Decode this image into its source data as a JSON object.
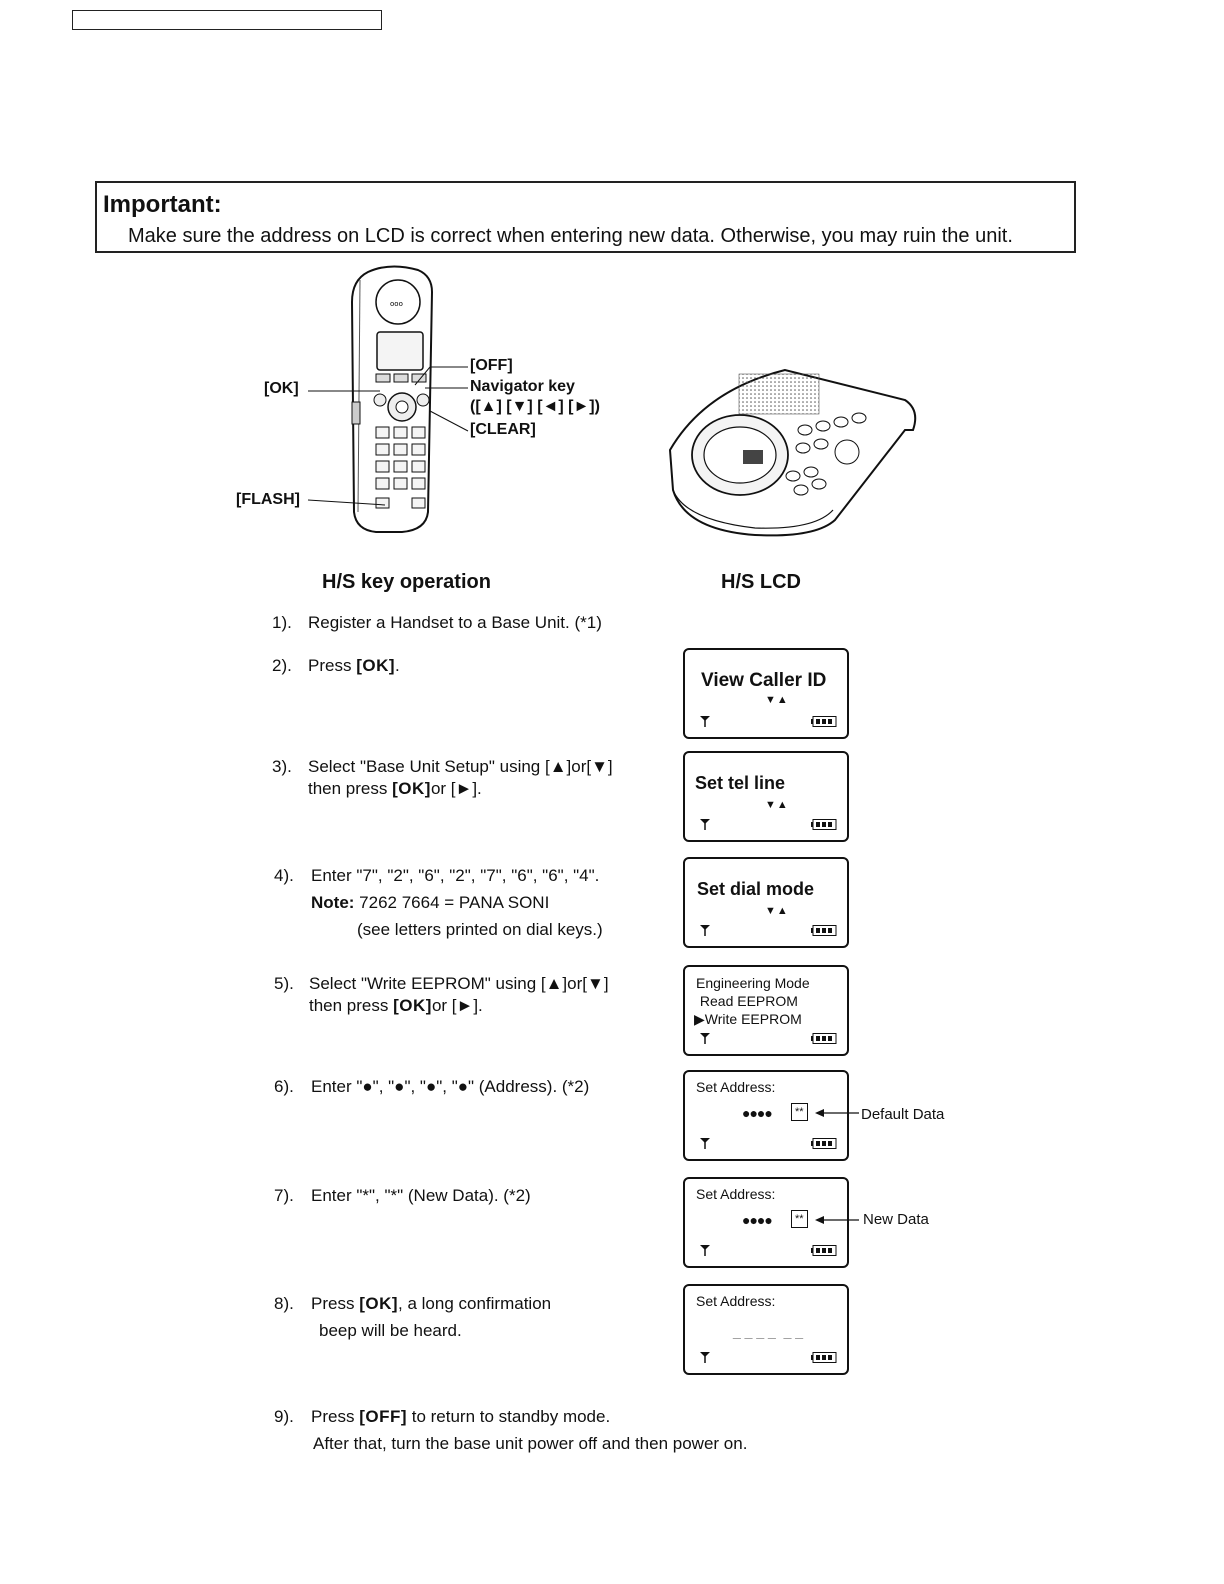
{
  "important": {
    "title": "Important:",
    "text": "Make sure the address on LCD is correct when entering new data. Otherwise, you may ruin the unit."
  },
  "figure": {
    "labels": {
      "ok": "[OK]",
      "off": "[OFF]",
      "navigator": "Navigator key",
      "navigator_keys": "([▲] [▼] [◄] [►])",
      "clear": "[CLEAR]",
      "flash": "[FLASH]"
    }
  },
  "columns": {
    "left": "H/S key operation",
    "right": "H/S LCD"
  },
  "steps": [
    {
      "num": "1).",
      "line1": "Register a Handset to a Base Unit. (*1)"
    },
    {
      "num": "2).",
      "line1_pre": "Press ",
      "line1_key": "[OK]",
      "line1_post": "."
    },
    {
      "num": "3).",
      "line1": "Select \"Base Unit Setup\" using [▲]or[▼]",
      "line2_pre": "then press ",
      "line2_key": "[OK]",
      "line2_post": "or [►]."
    },
    {
      "num": "4).",
      "line1": "Enter \"7\", \"2\", \"6\", \"2\", \"7\", \"6\", \"6\", \"4\".",
      "note_label": "Note:",
      "note_text": " 7262 7664 = PANA SONI",
      "line3": "(see letters printed on dial keys.)"
    },
    {
      "num": "5).",
      "line1": "Select \"Write EEPROM\" using [▲]or[▼]",
      "line2_pre": "then press ",
      "line2_key": "[OK]",
      "line2_post": "or [►]."
    },
    {
      "num": "6).",
      "line1": "Enter \"●\", \"●\", \"●\", \"●\" (Address). (*2)"
    },
    {
      "num": "7).",
      "line1": "Enter \"*\", \"*\" (New Data). (*2)"
    },
    {
      "num": "8).",
      "line1_pre": "Press ",
      "line1_key": "[OK]",
      "line1_post": ", a long confirmation",
      "line2": "beep will be heard."
    },
    {
      "num": "9).",
      "line1_pre": "Press ",
      "line1_key": "[OFF]",
      "line1_post": " to return to standby mode.",
      "line2": "After that, turn the base unit power off and then power on."
    }
  ],
  "lcds": [
    {
      "title": "View Caller ID",
      "arrows": "▼▲"
    },
    {
      "title": "Set tel line",
      "arrows": "▼▲"
    },
    {
      "title": "Set dial mode",
      "arrows": "▼▲"
    },
    {
      "line1": "Engineering Mode",
      "line2": " Read EEPROM",
      "line3": "▶Write EEPROM"
    },
    {
      "line1": "Set Address:",
      "dots": "●●●●",
      "box": "**",
      "callout": "Default Data"
    },
    {
      "line1": "Set Address:",
      "dots": "●●●●",
      "box": "**",
      "callout": "New Data"
    },
    {
      "line1": "Set Address:",
      "dashes": "_ _ _ _  _ _"
    }
  ]
}
